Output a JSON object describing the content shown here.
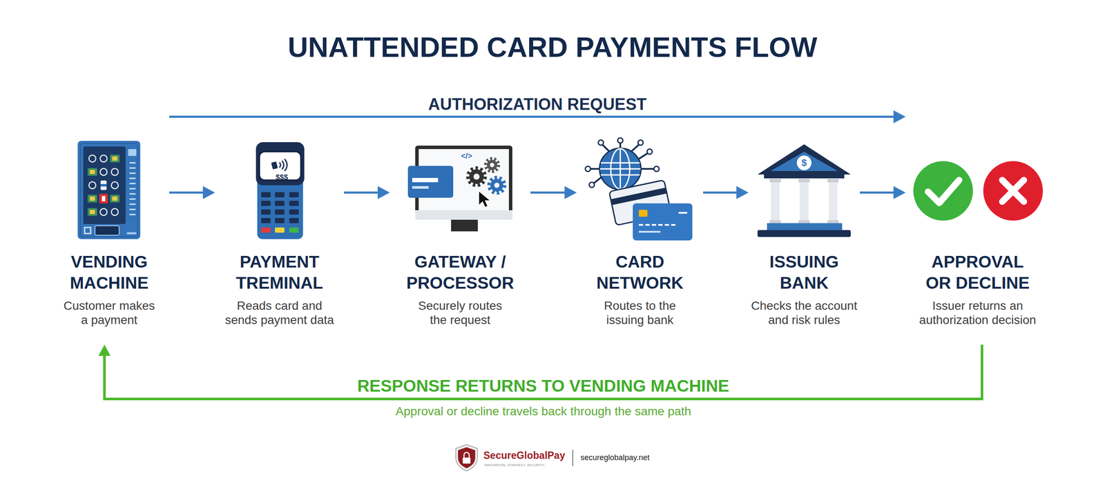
{
  "diagram": {
    "title": "UNATTENDED CARD PAYMENTS FLOW",
    "nodes": [
      {
        "text": [
          "VENDING MACHINE",
          "Customer makes a payment"
        ]
      },
      {
        "text": [
          "PAYMENT TREMINAL",
          "Reads card and sends payment data"
        ]
      },
      {
        "text": [
          "GATEWAY / PROCESSOR",
          "Securely routes the request"
        ]
      },
      {
        "text": [
          "CARD NETWORK",
          "Routes to the issuing bank"
        ]
      },
      {
        "text": [
          "ISSUING BANK",
          "Checks the account and risk rules"
        ]
      },
      {
        "text": [
          "APPROVAL OR DECLINE",
          "Issuer returns an authorization decision"
        ]
      }
    ],
    "edges": [
      {
        "from": 0,
        "to": 1,
        "arrow": "to"
      },
      {
        "from": 1,
        "to": 2,
        "arrow": "to"
      },
      {
        "from": 2,
        "to": 3,
        "arrow": "to"
      },
      {
        "from": 3,
        "to": 4,
        "arrow": "to"
      },
      {
        "from": 4,
        "to": 5,
        "arrow": "to"
      },
      {
        "from": 0,
        "to": 5,
        "label": "AUTHORIZATION REQUEST",
        "arrow": "to"
      },
      {
        "from": 5,
        "to": 0,
        "label": "RESPONSE RETURNS TO VENDING MACHINE",
        "arrow": "to"
      }
    ],
    "labels": [
      "$$$",
      "</>",
      "$",
      "Approval or decline travels back through the same path",
      "SecureGlobalPay",
      "INNOVATION. STRATEGY. SECURITY.",
      "secureglobalpay.net"
    ]
  }
}
